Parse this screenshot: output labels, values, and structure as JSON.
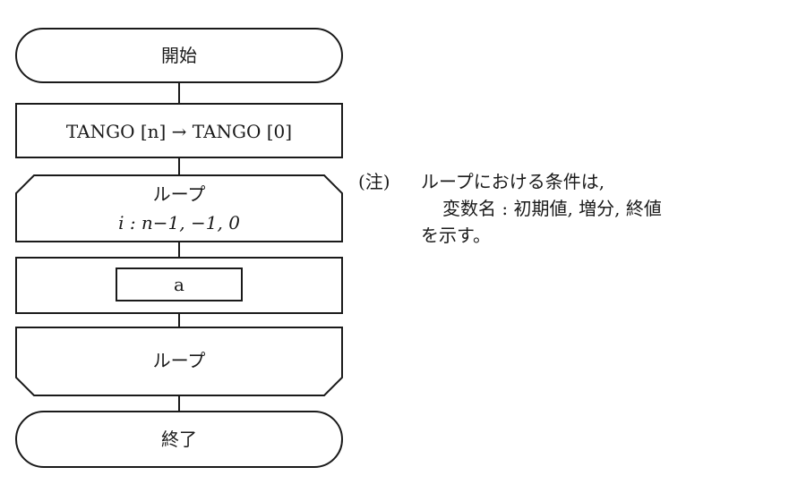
{
  "flowchart": {
    "start_label": "開始",
    "process_label": "TANGO [n] → TANGO [0]",
    "loop_start": {
      "line1": "ループ",
      "line2": "i : n−1, −1, 0"
    },
    "inner_box_label": "a",
    "loop_end_label": "ループ",
    "end_label": "終了"
  },
  "note": {
    "prefix": "(注)",
    "line1": "ループにおける条件は,",
    "line2": "変数名 : 初期値, 増分, 終値",
    "line3": "を示す。"
  }
}
